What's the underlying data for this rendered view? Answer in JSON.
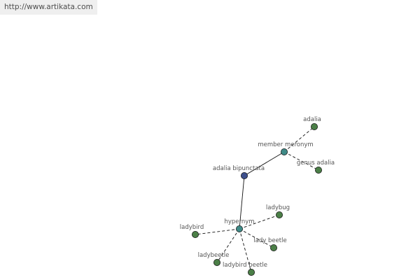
{
  "source_link": "http://www.artikata.com",
  "colors": {
    "background": "#ffffff",
    "link_bar": "#efefef",
    "link_text": "#4d4d4d",
    "edge": "#111111",
    "label": "#555555",
    "node_root": "#3d4f8c",
    "node_relation": "#3f8a87",
    "node_term": "#4b7f47",
    "node_stroke": "#1a1a1a"
  },
  "nodes": [
    {
      "id": "adalia-bipunctata",
      "label": "adalia bipunctata",
      "kind": "root"
    },
    {
      "id": "member-meronym",
      "label": "member meronym",
      "kind": "relation"
    },
    {
      "id": "hypernym",
      "label": "hypernym",
      "kind": "relation"
    },
    {
      "id": "adalia",
      "label": "adalia",
      "kind": "term"
    },
    {
      "id": "genus-adalia",
      "label": "genus adalia",
      "kind": "term"
    },
    {
      "id": "ladybug",
      "label": "ladybug",
      "kind": "term"
    },
    {
      "id": "ladybird",
      "label": "ladybird",
      "kind": "term"
    },
    {
      "id": "lady-beetle",
      "label": "lady beetle",
      "kind": "term"
    },
    {
      "id": "ladybeetle",
      "label": "ladybeetle",
      "kind": "term"
    },
    {
      "id": "ladybird-beetle",
      "label": "ladybird beetle",
      "kind": "term"
    }
  ],
  "edges": [
    {
      "from": "adalia-bipunctata",
      "to": "member-meronym",
      "style": "solid"
    },
    {
      "from": "adalia-bipunctata",
      "to": "hypernym",
      "style": "solid"
    },
    {
      "from": "member-meronym",
      "to": "adalia",
      "style": "dashed"
    },
    {
      "from": "member-meronym",
      "to": "genus-adalia",
      "style": "dashed"
    },
    {
      "from": "hypernym",
      "to": "ladybug",
      "style": "dashed"
    },
    {
      "from": "hypernym",
      "to": "ladybird",
      "style": "dashed"
    },
    {
      "from": "hypernym",
      "to": "lady-beetle",
      "style": "dashed"
    },
    {
      "from": "hypernym",
      "to": "ladybeetle",
      "style": "dashed"
    },
    {
      "from": "hypernym",
      "to": "ladybird-beetle",
      "style": "dashed"
    }
  ]
}
